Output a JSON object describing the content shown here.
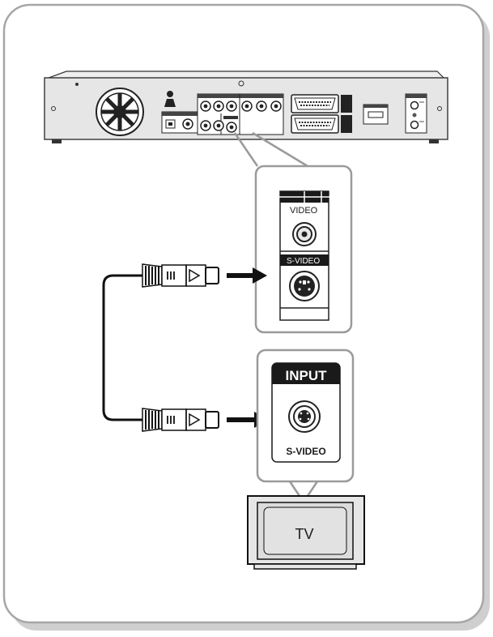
{
  "rear_panel": {
    "labels": {
      "video": "VIDEO",
      "s_video": "S-VIDEO"
    }
  },
  "tv_input_panel": {
    "header": "INPUT",
    "port_label": "S-VIDEO"
  },
  "tv": {
    "label": "TV"
  },
  "colors": {
    "frame_border": "#a6a6a6",
    "frame_shadow": "#cfcfcf",
    "device_fill": "#e6e6e6",
    "dark_header": "#1a1a1a"
  }
}
